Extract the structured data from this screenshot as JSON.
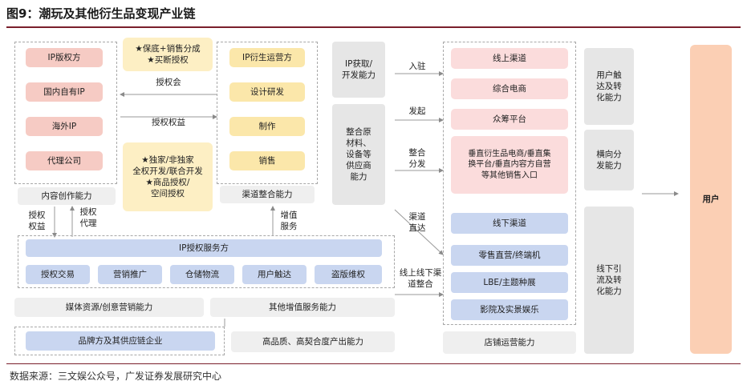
{
  "title": "图9：潮玩及其他衍生品变现产业链",
  "source": "数据来源：三文娱公众号，广发证券发展研究中心",
  "ip_holders": [
    "IP版权方",
    "国内自有IP",
    "海外IP",
    "代理公司"
  ],
  "content_capability": "内容创作能力",
  "deal_top": "★保底+销售分成\n★买断授权",
  "label_authorize_meeting": "授权会",
  "label_license_rights": "授权权益",
  "deal_bottom": "★独家/非独家\n全权开发/联合开发\n★商品授权/\n空间授权",
  "ip_operators": [
    "IP衍生运营方",
    "设计研发",
    "制作",
    "销售"
  ],
  "channel_capability": "渠道整合能力",
  "label_license_left": "授权\n权益",
  "label_license_agent": "授权\n代理",
  "label_value_added": "增值\n服务",
  "ip_service_title": "IP授权服务方",
  "ip_services": [
    "授权交易",
    "营销推广",
    "仓储物流",
    "用户触达",
    "盗版维权"
  ],
  "media_capability": "媒体资源/创意营销能力",
  "other_value_capability": "其他增值服务能力",
  "brand_supply": "品牌方及其供应链企业",
  "quality_capability": "高品质、高契合度产出能力",
  "ip_acquire": "IP获取/\n开发能力",
  "supply_integration": "整合原\n材料、\n设备等\n供应商\n能力",
  "label_enter": "入驻",
  "label_initiate": "发起",
  "label_integrate": "整合\n分发",
  "label_direct": "渠道\n直达",
  "label_online_offline": "线上线下渠\n道整合",
  "online_channels": [
    "线上渠道",
    "综合电商",
    "众筹平台",
    "垂直衍生品电商/垂直集\n换平台/垂直内容方自营\n等其他销售入口"
  ],
  "offline_channels": [
    "线下渠道",
    "零售直营/终端机",
    "LBE/主题种展",
    "影院及实景娱乐"
  ],
  "store_capability": "店铺运营能力",
  "reach_capability": "用户触\n达及转\n化能力",
  "distribute_capability": "横向分\n发能力",
  "offline_capability": "线下引\n流及转\n化能力",
  "user": "用户",
  "colors": {
    "title_rule": "#7a1f2b",
    "salmon": "#f6cbc4",
    "pink": "#fbdcdc",
    "yellow": "#fbe7aa",
    "blue": "#c9d6f0",
    "gray": "#e6e6e6",
    "peach": "#fbcfb4"
  }
}
